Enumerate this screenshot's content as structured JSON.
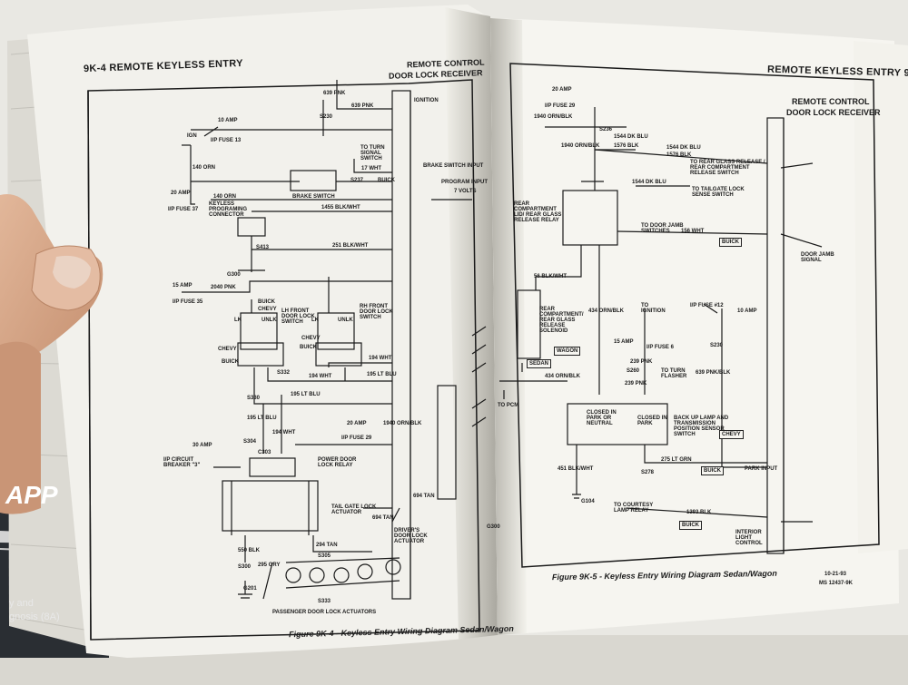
{
  "left_page": {
    "header": "9K-4  REMOTE KEYLESS ENTRY",
    "module_title_line1": "REMOTE CONTROL",
    "module_title_line2": "DOOR LOCK RECEIVER",
    "caption": "Figure 9K-4 - Keyless Entry Wiring Diagram Sedan/Wagon",
    "labels": {
      "wire_639_pnk_top": "639 PNK",
      "ignition": "IGNITION",
      "s230": "S230",
      "amp10": "10 AMP",
      "ign": "IGN",
      "ip_fuse_13": "I/P FUSE 13",
      "to_turn_signal": "TO TURN SIGNAL SWITCH",
      "s237": "S237",
      "wht_17": "17 WHT",
      "buick": "BUICK",
      "brake_switch": "BRAKE SWITCH",
      "brake_switch_input": "BRAKE SWITCH INPUT",
      "program_input": "PROGRAM INPUT",
      "volts": "7 VOLTS",
      "orn_140": "140 ORN",
      "amp20": "20 AMP",
      "ip_fuse_37": "I/P FUSE 37",
      "keyless_conn": "KEYLESS PROGRAMING CONNECTOR",
      "blk_wht_1455": "1455 BLK/WHT",
      "s413": "S413",
      "blk_wht_251": "251 BLK/WHT",
      "g300": "G300",
      "amp15": "15 AMP",
      "ip_fuse_35": "I/P FUSE 35",
      "pnk_2040": "2040 PNK",
      "lh_switch": "LH FRONT DOOR LOCK SWITCH",
      "rh_switch": "RH FRONT DOOR LOCK SWITCH",
      "lk": "LK",
      "unlk": "UNLK",
      "chevy": "CHEVY",
      "wht_194": "194 WHT",
      "s332": "S332",
      "lt_blu_195": "195 LT BLU",
      "s330": "S330",
      "amp20b": "20 AMP",
      "ip_fuse_29": "I/P FUSE 29",
      "orn_blk_1940": "1940 ORN/BLK",
      "amp30": "30 AMP",
      "circuit_breaker": "I/P CIRCUIT BREAKER \"3\"",
      "s304": "S304",
      "c303": "C303",
      "power_relay": "POWER DOOR LOCK RELAY",
      "tail_gate": "TAIL GATE LOCK ACTUATOR",
      "tan_294": "294 TAN",
      "tan_694": "694 TAN",
      "drivers_actuator": "DRIVER'S DOOR LOCK ACTUATOR",
      "blk_550": "550 BLK",
      "s300": "S300",
      "gry_295": "295 GRY",
      "s305": "S305",
      "g201": "G201",
      "s333": "S333",
      "passenger_actuators": "PASSENGER DOOR LOCK ACTUATORS",
      "g300b": "G300"
    }
  },
  "right_page": {
    "header": "REMOTE KEYLESS ENTRY  9K-5",
    "module_title_line1": "REMOTE CONTROL",
    "module_title_line2": "DOOR LOCK RECEIVER",
    "caption": "Figure 9K-5 - Keyless Entry Wiring Diagram Sedan/Wagon",
    "date_code": "10-21-93",
    "ms_code": "MS 12437-9K",
    "labels": {
      "amp20": "20 AMP",
      "ip_fuse_29": "I/P FUSE 29",
      "s236": "S236",
      "orn_blk_1940": "1940 ORN/BLK",
      "lt_blu_1544": "1544 DK BLU",
      "blk_1576": "1576 BLK",
      "to_rear_glass": "TO REAR GLASS RELEASE / REAR COMPARTMENT RELEASE SWITCH",
      "to_tailgate_sensor": "TO TAILGATE LOCK SENSE SWITCH",
      "rear_relay": "REAR COMPARTMENT LID/ REAR GLASS RELEASE RELAY",
      "to_door_jamb": "TO DOOR JAMB SWITCHES",
      "tan_156": "156 WHT",
      "door_jamb_signal": "DOOR JAMB SIGNAL",
      "buick": "BUICK",
      "blk_wht_56": "56 BLK/WHT",
      "solenoid": "REAR COMPARTMENT/ REAR GLASS RELEASE SOLENOID",
      "wagon": "WAGON",
      "sedan": "SEDAN",
      "orn_blk_434": "434 ORN/BLK",
      "to_ignition": "TO IGNITION",
      "amp15": "15 AMP",
      "ip_fuse_6": "I/P FUSE 6",
      "pnk_239": "239 PNK",
      "s260": "S260",
      "to_turn_flasher": "TO TURN FLASHER",
      "ip_fuse_12": "I/P FUSE #12",
      "amp10": "10 AMP",
      "s230": "S230",
      "pnk_blk_639": "639 PNK/BLK",
      "to_pcm": "TO PCM",
      "closed_park_neutral": "CLOSED IN PARK OR NEUTRAL",
      "closed_park": "CLOSED IN PARK",
      "backup_lamp": "BACK UP LAMP AND TRANSMISSION POSITION SENSOR SWITCH",
      "chevy": "CHEVY",
      "park_input": "PARK INPUT",
      "lt_grn_275": "275 LT GRN",
      "s278": "S278",
      "blk_wht_451": "451 BLK/WHT",
      "g104": "G104",
      "to_courtesy": "TO COURTESY LAMP RELAY",
      "blk_1393": "1393 BLK",
      "interior_light": "INTERIOR LIGHT CONTROL"
    }
  },
  "cover_fragment": {
    "text_line1": "y and",
    "text_line2": "gnosis (8A)",
    "big_letters": "APP"
  }
}
